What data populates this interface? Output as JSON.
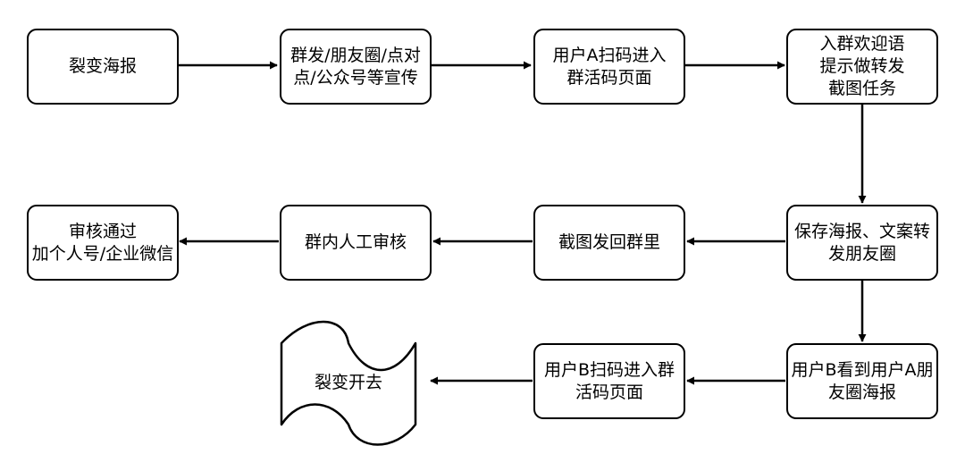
{
  "nodes": {
    "poster": {
      "lines": [
        "裂变海报"
      ]
    },
    "promote": {
      "lines": [
        "群发/朋友圈/点对",
        "点/公众号等宣传"
      ]
    },
    "user_a_scan": {
      "lines": [
        "用户A扫码进入",
        "群活码页面"
      ]
    },
    "welcome": {
      "lines": [
        "入群欢迎语",
        "提示做转发",
        "截图任务"
      ]
    },
    "save_share": {
      "lines": [
        "保存海报、文案转",
        "发朋友圈"
      ]
    },
    "screenshot_back": {
      "lines": [
        "截图发回群里"
      ]
    },
    "manual_review": {
      "lines": [
        "群内人工审核"
      ]
    },
    "approved": {
      "lines": [
        "审核通过",
        "加个人号/企业微信"
      ]
    },
    "user_b_sees": {
      "lines": [
        "用户B看到用户A朋",
        "友圈海报"
      ]
    },
    "user_b_scan": {
      "lines": [
        "用户B扫码进入群",
        "活码页面"
      ]
    },
    "fission_start": {
      "lines": [
        "裂变开去"
      ]
    }
  },
  "edges": [
    [
      "poster",
      "promote"
    ],
    [
      "promote",
      "user_a_scan"
    ],
    [
      "user_a_scan",
      "welcome"
    ],
    [
      "welcome",
      "save_share"
    ],
    [
      "save_share",
      "screenshot_back"
    ],
    [
      "screenshot_back",
      "manual_review"
    ],
    [
      "manual_review",
      "approved"
    ],
    [
      "save_share",
      "user_b_sees"
    ],
    [
      "user_b_sees",
      "user_b_scan"
    ],
    [
      "user_b_scan",
      "fission_start"
    ]
  ]
}
